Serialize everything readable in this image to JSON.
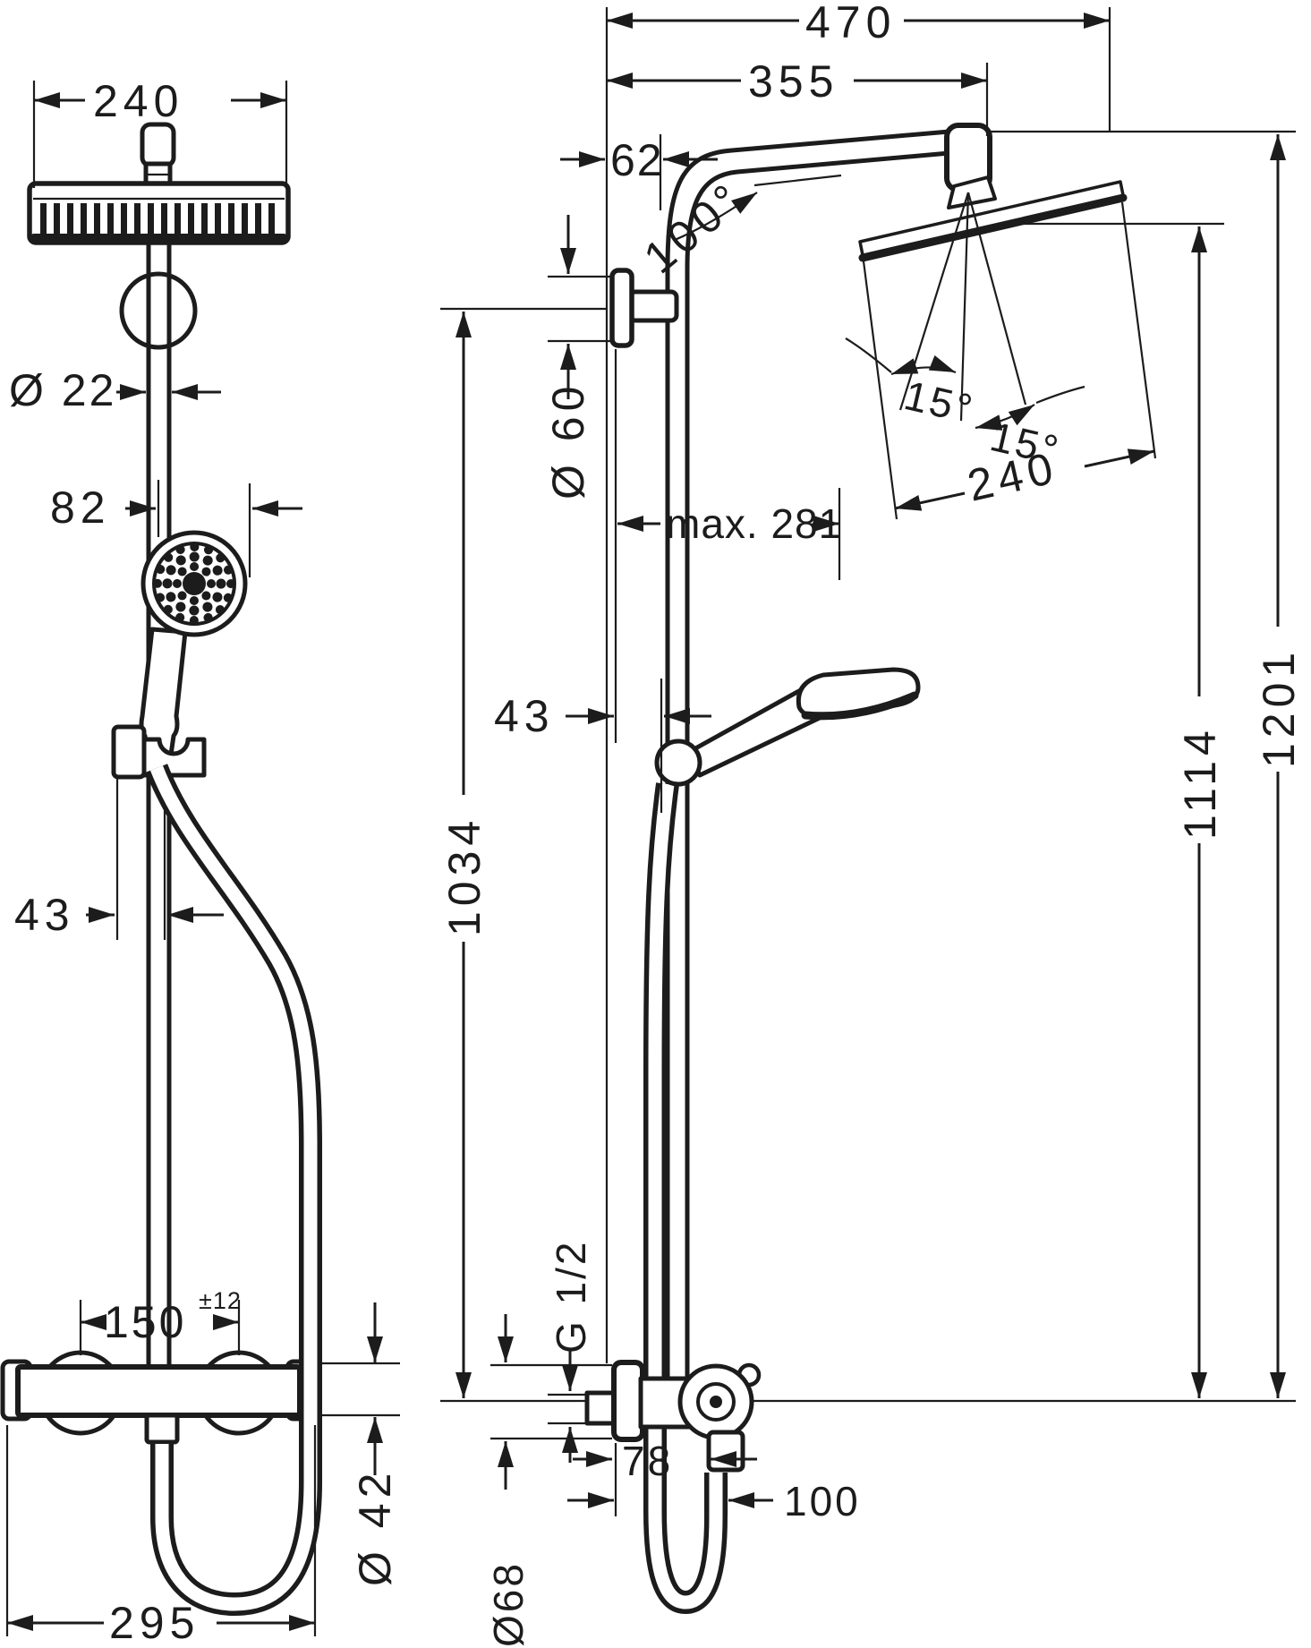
{
  "page": {
    "background": "#ffffff",
    "line_color": "#1c1c1c"
  },
  "dims": {
    "front": {
      "head_width": "240",
      "pipe_dia": "Ø 22",
      "hand_shower_width": "82",
      "holder_offset": "43",
      "valve_centers": "150",
      "valve_centers_tol": "±12",
      "valve_body_dia": "Ø 42",
      "valve_width": "295"
    },
    "side": {
      "total_depth": "470",
      "arm_reach": "355",
      "riser_wall_offset": "62",
      "arm_angle": "100°",
      "tilt_a": "15°",
      "tilt_b": "15°",
      "head_length": "240",
      "bracket_dia": "Ø 60",
      "max_head_offset": "max. 281",
      "holder_wall_gap": "43",
      "riser_length": "1034",
      "head_face_height": "1114",
      "total_height": "1201",
      "thread": "G 1/2",
      "valve_depth": "78",
      "escutcheon_dia": "Ø68",
      "outlet_offset": "100"
    }
  }
}
